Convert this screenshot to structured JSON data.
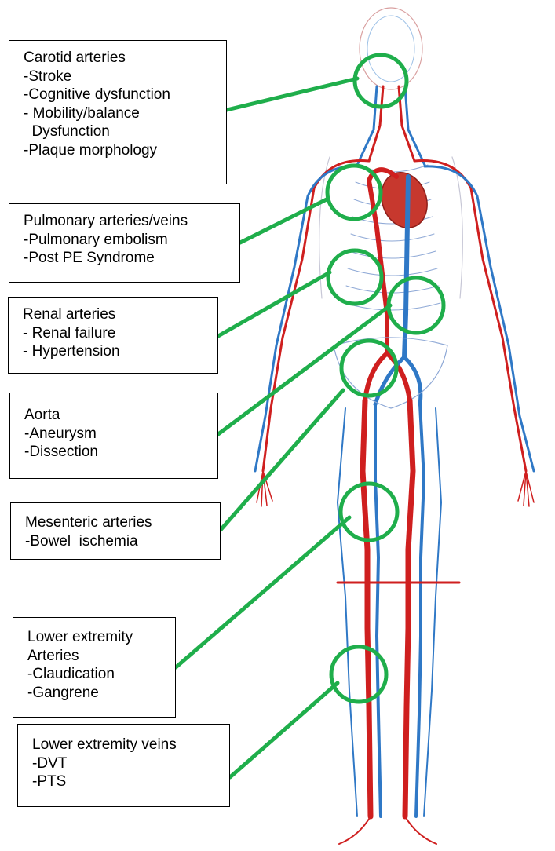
{
  "colors": {
    "artery": "#cf1f1f",
    "vein": "#2f78c6",
    "highlight": "#1fae4b",
    "box_border": "#000000",
    "text": "#000000"
  },
  "figure": {
    "illustration": "human circulatory system (arteries in red, veins in blue)"
  },
  "callouts": [
    {
      "id": "carotid",
      "lines": [
        "Carotid arteries",
        "-Stroke",
        "-Cognitive dysfunction",
        "- Mobility/balance",
        "  Dysfunction",
        "-Plaque morphology"
      ]
    },
    {
      "id": "pulmonary",
      "lines": [
        "Pulmonary arteries/veins",
        "-Pulmonary embolism",
        "-Post PE Syndrome"
      ]
    },
    {
      "id": "renal",
      "lines": [
        "Renal arteries",
        "- Renal failure",
        "- Hypertension"
      ]
    },
    {
      "id": "aorta",
      "lines": [
        "Aorta",
        "-Aneurysm",
        "-Dissection"
      ]
    },
    {
      "id": "mesenteric",
      "lines": [
        "Mesenteric arteries",
        "-Bowel  ischemia"
      ]
    },
    {
      "id": "lower-arteries",
      "lines": [
        "Lower extremity",
        "Arteries",
        "-Claudication",
        "-Gangrene"
      ]
    },
    {
      "id": "lower-veins",
      "lines": [
        "Lower extremity veins",
        "-DVT",
        "-PTS"
      ]
    }
  ]
}
